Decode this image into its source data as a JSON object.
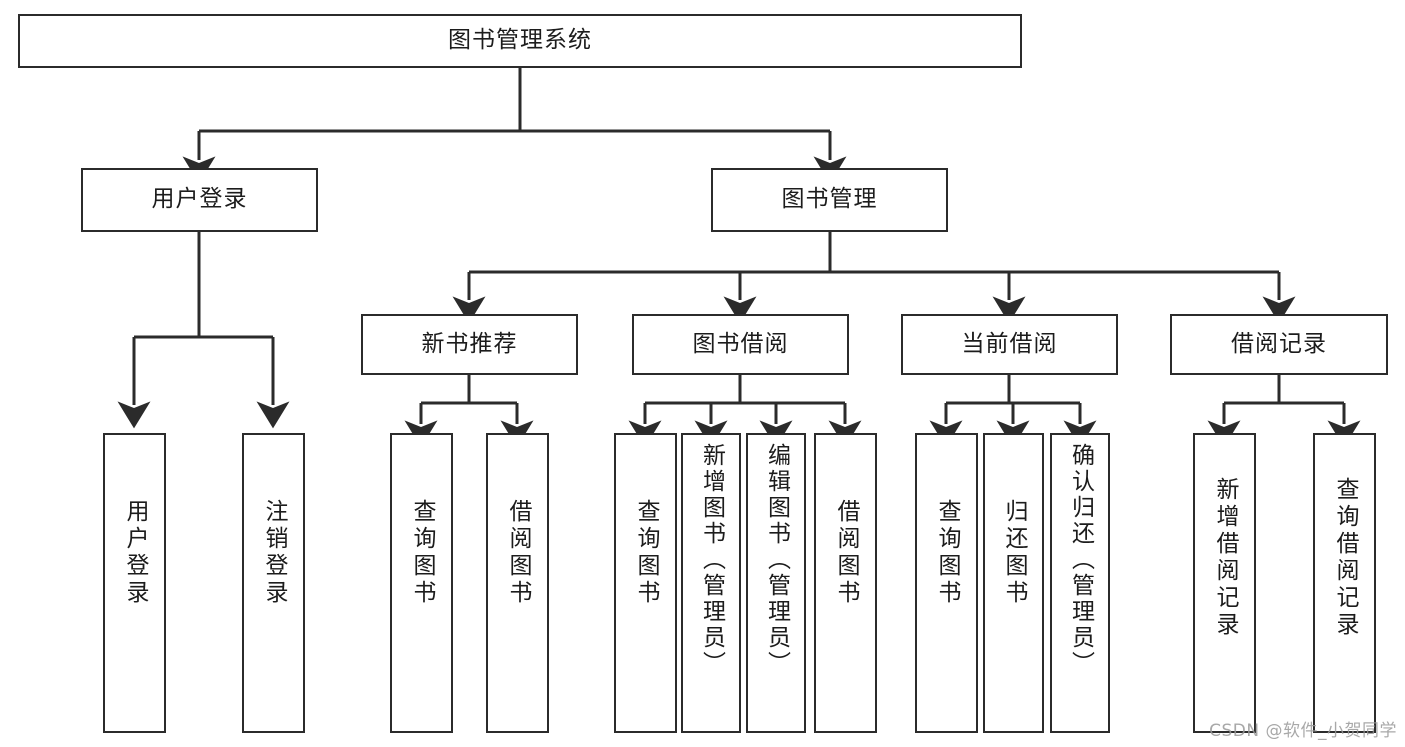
{
  "diagram": {
    "title": "图书管理系统",
    "type": "tree",
    "watermark": "CSDN @软件_小贺同学",
    "colors": {
      "stroke": "#2b2b2b",
      "fill": "#ffffff",
      "text": "#1c1c1c",
      "watermark": "#9a9a9a"
    },
    "levels": {
      "root": "图书管理系统",
      "level2": [
        "用户登录",
        "图书管理"
      ],
      "level3": [
        "新书推荐",
        "图书借阅",
        "当前借阅",
        "借阅记录"
      ]
    },
    "nodes": {
      "root": {
        "label": "图书管理系统"
      },
      "user_login": {
        "label": "用户登录"
      },
      "book_manage": {
        "label": "图书管理"
      },
      "new_book_rec": {
        "label": "新书推荐"
      },
      "book_borrow": {
        "label": "图书借阅"
      },
      "current_borrow": {
        "label": "当前借阅"
      },
      "borrow_record": {
        "label": "借阅记录"
      },
      "leaf_user_login": {
        "label": "用户登录"
      },
      "leaf_logout": {
        "label": "注销登录"
      },
      "leaf_query_book_1": {
        "label": "查询图书"
      },
      "leaf_borrow_book_1": {
        "label": "借阅图书"
      },
      "leaf_query_book_2": {
        "label": "查询图书"
      },
      "leaf_add_book": {
        "label": "新增图书（管理员）"
      },
      "leaf_edit_book": {
        "label": "编辑图书（管理员）"
      },
      "leaf_borrow_book_2": {
        "label": "借阅图书"
      },
      "leaf_query_book_3": {
        "label": "查询图书"
      },
      "leaf_return_book": {
        "label": "归还图书"
      },
      "leaf_confirm_return": {
        "label": "确认归还（管理员）"
      },
      "leaf_add_record": {
        "label": "新增借阅记录"
      },
      "leaf_query_record": {
        "label": "查询借阅记录"
      }
    },
    "edges": [
      {
        "from": "root",
        "to": "user_login"
      },
      {
        "from": "root",
        "to": "book_manage"
      },
      {
        "from": "user_login",
        "to": "leaf_user_login"
      },
      {
        "from": "user_login",
        "to": "leaf_logout"
      },
      {
        "from": "book_manage",
        "to": "new_book_rec"
      },
      {
        "from": "book_manage",
        "to": "book_borrow"
      },
      {
        "from": "book_manage",
        "to": "current_borrow"
      },
      {
        "from": "book_manage",
        "to": "borrow_record"
      },
      {
        "from": "new_book_rec",
        "to": "leaf_query_book_1"
      },
      {
        "from": "new_book_rec",
        "to": "leaf_borrow_book_1"
      },
      {
        "from": "book_borrow",
        "to": "leaf_query_book_2"
      },
      {
        "from": "book_borrow",
        "to": "leaf_add_book"
      },
      {
        "from": "book_borrow",
        "to": "leaf_edit_book"
      },
      {
        "from": "book_borrow",
        "to": "leaf_borrow_book_2"
      },
      {
        "from": "current_borrow",
        "to": "leaf_query_book_3"
      },
      {
        "from": "current_borrow",
        "to": "leaf_return_book"
      },
      {
        "from": "current_borrow",
        "to": "leaf_confirm_return"
      },
      {
        "from": "borrow_record",
        "to": "leaf_add_record"
      },
      {
        "from": "borrow_record",
        "to": "leaf_query_record"
      }
    ]
  }
}
